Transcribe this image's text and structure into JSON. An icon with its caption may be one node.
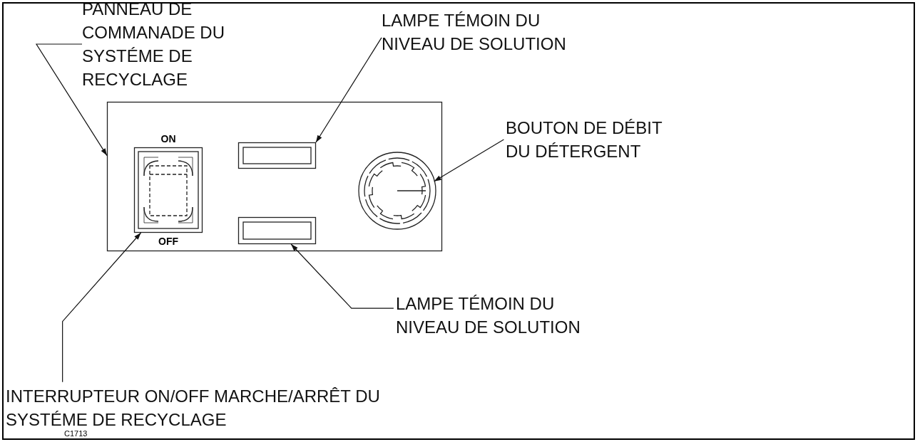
{
  "diagram": {
    "nodes": [
      {
        "text": [
          "PANNEAU DE COMMANADE DU SYSTÉME DE RECYCLAGE"
        ]
      },
      {
        "text": [
          "LAMPE TÉMOIN DU NIVEAU DE SOLUTION"
        ]
      },
      {
        "text": [],
        "shape": "box"
      },
      {
        "text": [],
        "shape": "box",
        "in": 2,
        "beside": [
          "ON",
          "OFF"
        ]
      },
      {
        "text": [],
        "shape": "box",
        "in": 2
      },
      {
        "text": [],
        "shape": "circle",
        "in": 2
      },
      {
        "text": [],
        "shape": "box",
        "in": 2
      },
      {
        "text": [
          "BOUTON DE DÉBIT DU DÉTERGENT"
        ]
      },
      {
        "text": [
          "LAMPE TÉMOIN DU NIVEAU DE SOLUTION"
        ]
      },
      {
        "text": [
          "INTERRUPTEUR ON/OFF MARCHE/ARRÊT DU SYSTÉME DE RECYCLAGE"
        ]
      }
    ],
    "edges": [
      {
        "from": 0,
        "to": 2,
        "arrow": "to"
      },
      {
        "from": 1,
        "to": 4,
        "arrow": "to"
      },
      {
        "from": 7,
        "to": 5,
        "arrow": "to"
      },
      {
        "from": 8,
        "to": 6,
        "arrow": "to"
      },
      {
        "from": 9,
        "to": 3,
        "arrow": "to"
      }
    ],
    "labels": [
      "C1713"
    ]
  }
}
